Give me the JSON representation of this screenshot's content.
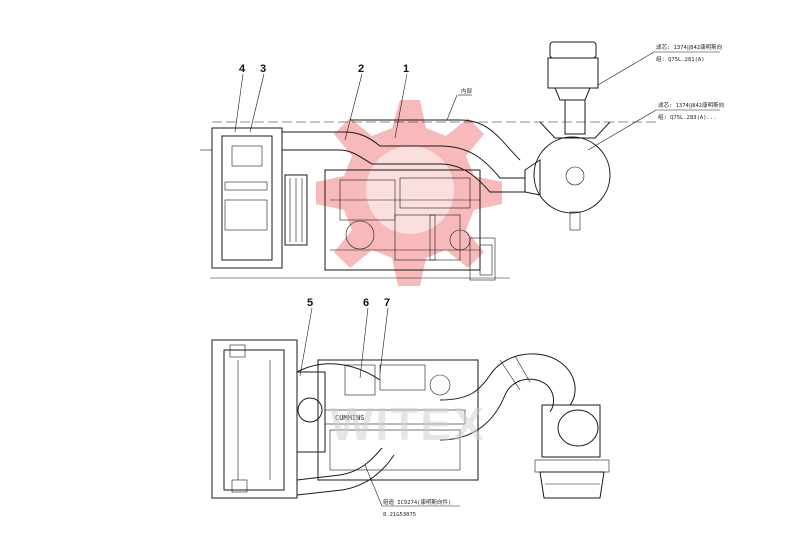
{
  "callouts": {
    "c1": "1",
    "c2": "2",
    "c3": "3",
    "c4": "4",
    "c5": "5",
    "c6": "6",
    "c7": "7"
  },
  "top_pipe_label": "内部",
  "notes": {
    "top_line1": "滤芯: 1374‖842康明斯向",
    "top_line2": "组: Q75L.281(A)",
    "mid_line1": "滤芯: 1374‖842康明斯向",
    "mid_line2": "组: Q75L.283(A)...",
    "bottom_line1": "组造 IC9274(康明斯向件)",
    "bottom_line2": "8.21G53075"
  },
  "engine_brand": "CUMMINS",
  "watermark_text": "WITEX",
  "colors": {
    "watermark": "#f08080",
    "line": "#1a1a1a"
  }
}
